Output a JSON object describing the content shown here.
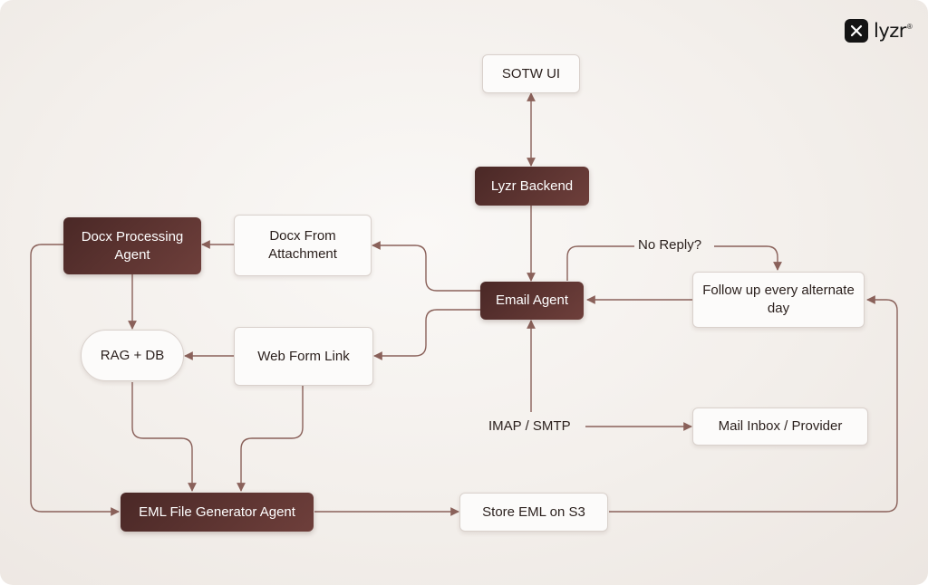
{
  "brand": {
    "name": "lyzr",
    "mark": "®"
  },
  "nodes": {
    "sotw_ui": "SOTW UI",
    "lyzr_backend": "Lyzr Backend",
    "docx_processing_agent": "Docx Processing Agent",
    "docx_from_attachment": "Docx From Attachment",
    "email_agent": "Email Agent",
    "follow_up": "Follow up every alternate day",
    "rag_db": "RAG + DB",
    "web_form_link": "Web Form Link",
    "imap_smtp": "IMAP / SMTP",
    "mail_inbox": "Mail Inbox / Provider",
    "eml_generator": "EML File Generator Agent",
    "store_eml": "Store EML on S3"
  },
  "edge_labels": {
    "no_reply": "No Reply?"
  },
  "colors": {
    "dark_node": "#5a302d",
    "light_node": "#fcfbfa",
    "connector": "#8a615a",
    "background": "#f3efeb"
  }
}
